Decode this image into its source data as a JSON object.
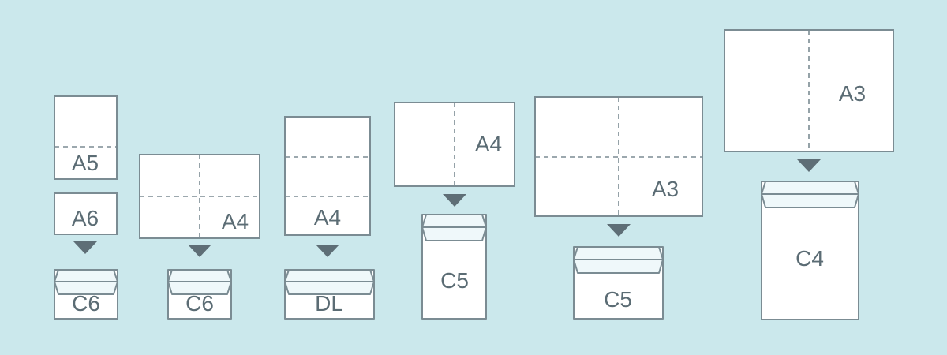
{
  "page": {
    "title": "Paper and Envelope Size Relationships",
    "background_color": "#cbe8ec",
    "paper_fill": "#ffffff",
    "line_color": "#7b8c93",
    "flap_fill": "#eff8fa",
    "text_color": "#5b6c74",
    "arrow_color": "#5e6e76"
  },
  "columns": [
    {
      "id": "col-1",
      "papers": [
        {
          "label": "A5",
          "orientation": "portrait",
          "folds": "one-horizontal"
        },
        {
          "label": "A6",
          "orientation": "landscape",
          "folds": "none"
        }
      ],
      "arrow": "down-arrow",
      "envelope": {
        "label": "C6",
        "orientation": "landscape"
      }
    },
    {
      "id": "col-2",
      "papers": [
        {
          "label": "A4",
          "orientation": "landscape",
          "folds": "cross"
        }
      ],
      "arrow": "down-arrow",
      "envelope": {
        "label": "C6",
        "orientation": "landscape"
      }
    },
    {
      "id": "col-3",
      "papers": [
        {
          "label": "A4",
          "orientation": "portrait",
          "folds": "two-horizontal"
        }
      ],
      "arrow": "down-arrow",
      "envelope": {
        "label": "DL",
        "orientation": "landscape"
      }
    },
    {
      "id": "col-4",
      "papers": [
        {
          "label": "A4",
          "orientation": "landscape",
          "folds": "one-vertical"
        }
      ],
      "arrow": "down-arrow",
      "envelope": {
        "label": "C5",
        "orientation": "portrait"
      }
    },
    {
      "id": "col-5",
      "papers": [
        {
          "label": "A3",
          "orientation": "landscape",
          "folds": "cross"
        }
      ],
      "arrow": "down-arrow",
      "envelope": {
        "label": "C5",
        "orientation": "landscape"
      }
    },
    {
      "id": "col-6",
      "papers": [
        {
          "label": "A3",
          "orientation": "landscape",
          "folds": "one-vertical"
        }
      ],
      "arrow": "down-arrow",
      "envelope": {
        "label": "C4",
        "orientation": "portrait"
      }
    }
  ],
  "labels": {
    "a5": "A5",
    "a6": "A6",
    "c6_a": "C6",
    "a4_cross": "A4",
    "c6_b": "C6",
    "a4_trifold": "A4",
    "dl": "DL",
    "a4_half": "A4",
    "c5_portrait": "C5",
    "a3_cross": "A3",
    "c5_landscape": "C5",
    "a3_half": "A3",
    "c4": "C4"
  }
}
